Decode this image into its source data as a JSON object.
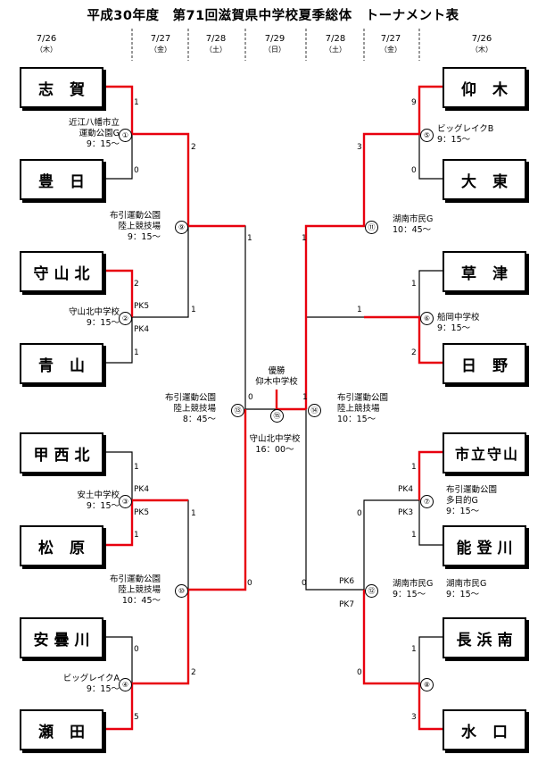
{
  "title": "平成30年度　第71回滋賀県中学校夏季総体　トーナメント表",
  "dates": [
    {
      "date": "7/26",
      "weekday": "（木）"
    },
    {
      "date": "7/27",
      "weekday": "（金）"
    },
    {
      "date": "7/28",
      "weekday": "（土）"
    },
    {
      "date": "7/29",
      "weekday": "（日）"
    },
    {
      "date": "7/28",
      "weekday": "（土）"
    },
    {
      "date": "7/27",
      "weekday": "（金）"
    },
    {
      "date": "7/26",
      "weekday": "（木）"
    }
  ],
  "teams_left": [
    "志 賀",
    "豊 日",
    "守山北",
    "青 山",
    "甲西北",
    "松 原",
    "安曇川",
    "瀬 田"
  ],
  "teams_right": [
    "仰 木",
    "大 東",
    "草 津",
    "日 野",
    "市立守山",
    "能登川",
    "長浜南",
    "水 口"
  ],
  "venues": {
    "m1": "近江八幡市立\n運動公園G\n9：15～",
    "m2": "守山北中学校\n9：15～",
    "m3": "安土中学校\n9：15～",
    "m4": "ビッグレイクA\n9：15～",
    "m5": "ビッグレイクB\n9：15～",
    "m6": "船岡中学校\n9：15～",
    "m7": "布引運動公園\n多目的G\n9：15～",
    "m8": "湖南市民G\n9：15～",
    "m9": "布引運動公園\n陸上競技場\n9：15～",
    "m10": "布引運動公園\n陸上競技場\n10：45～",
    "m11": "湖南市民G\n10：45～",
    "m12": "湖南市民G\n9：15～",
    "m13": "布引運動公園\n陸上競技場\n8：45～",
    "m14": "布引運動公園\n陸上競技場\n10：15～",
    "m15": "守山北中学校\n16：00～"
  },
  "match_numbers": [
    "①",
    "②",
    "③",
    "④",
    "⑤",
    "⑥",
    "⑦",
    "⑧",
    "⑨",
    "⑩",
    "⑪",
    "⑫",
    "⑬",
    "⑭",
    "⑮"
  ],
  "scores": {
    "m1": [
      "1",
      "0"
    ],
    "m2": [
      "2",
      "1"
    ],
    "m3": [
      "1",
      "1"
    ],
    "m4": [
      "0",
      "5"
    ],
    "m5": [
      "9",
      "0"
    ],
    "m6": [
      "1",
      "2"
    ],
    "m7": [
      "1",
      "1"
    ],
    "m8": [
      "1",
      "3"
    ],
    "m9": [
      "2",
      "1"
    ],
    "m10": [
      "1",
      "2"
    ],
    "m11": [
      "3",
      "1"
    ],
    "m12": [
      "0",
      "0"
    ],
    "m13": [
      "1",
      "0"
    ],
    "m14": [
      "1",
      "0"
    ],
    "m15": [
      "0",
      "1"
    ]
  },
  "pk": {
    "m2": [
      "PK5",
      "PK4"
    ],
    "m3": [
      "PK4",
      "PK5"
    ],
    "m7": [
      "PK4",
      "PK3"
    ],
    "m12": [
      "PK6",
      "PK7"
    ]
  },
  "champion": "優勝\n仰木中学校",
  "colors": {
    "winner_line": "#e8000e",
    "line": "#000000"
  }
}
